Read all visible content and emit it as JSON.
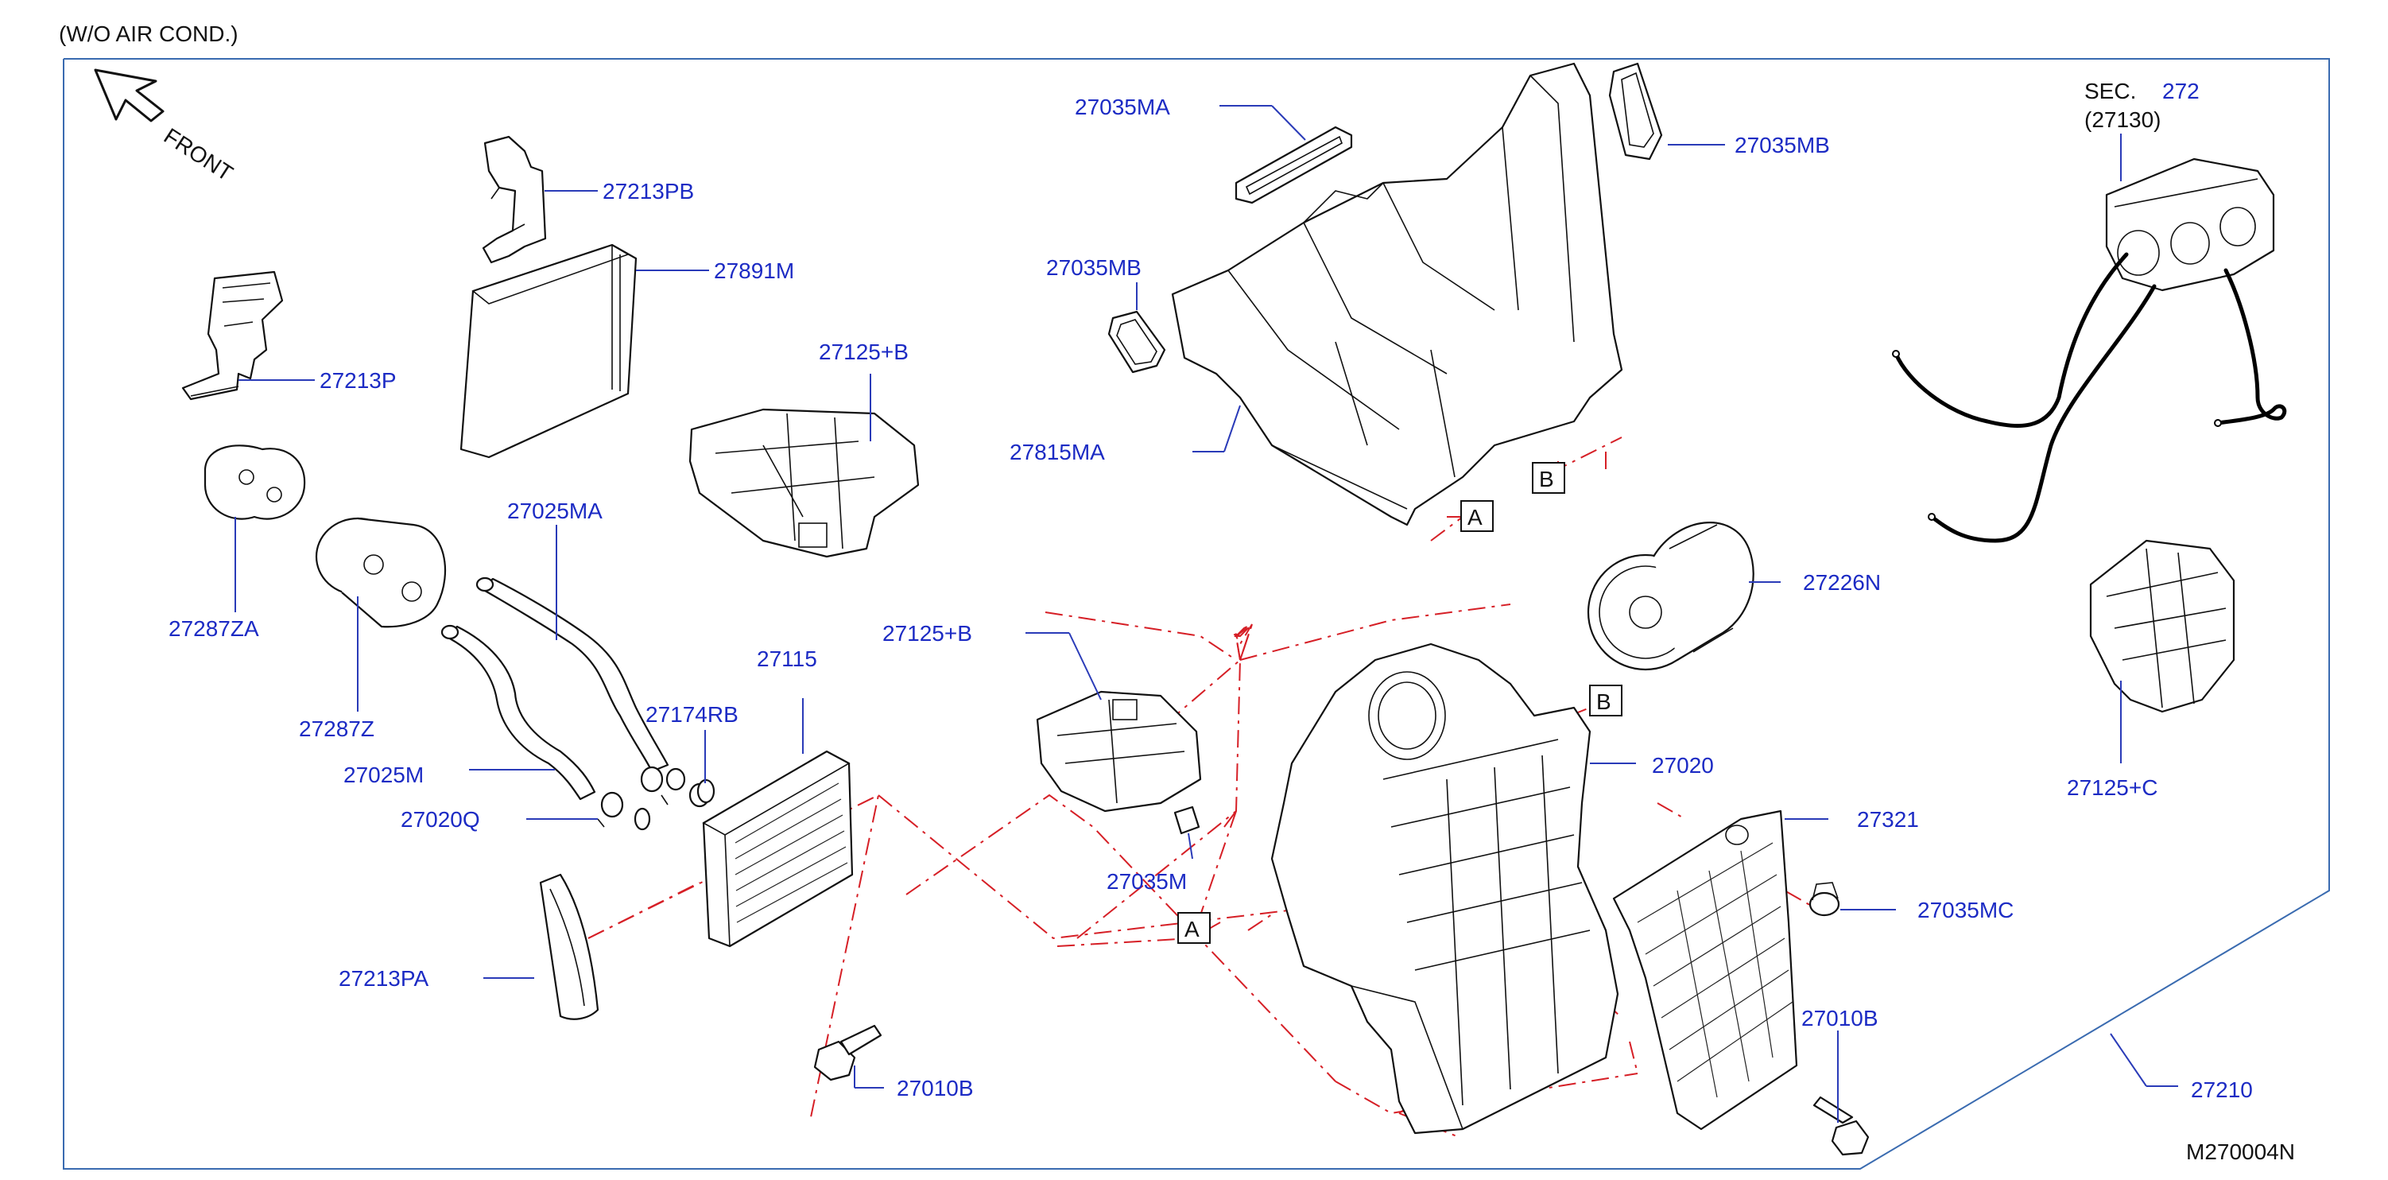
{
  "header_note": "(W/O AIR COND.)",
  "front_label": "FRONT",
  "section_ref": {
    "prefix": "SEC.",
    "number": "272",
    "sub": "(27130)"
  },
  "drawing_id": "M270004N",
  "ref_markers": {
    "a": "A",
    "b": "B"
  },
  "callouts": {
    "p27213PB": "27213PB",
    "p27891M": "27891M",
    "p27213P": "27213P",
    "p27287ZA": "27287ZA",
    "p27287Z": "27287Z",
    "p27025MA": "27025MA",
    "p27025M": "27025M",
    "p27020Q": "27020Q",
    "p27174RB": "27174RB",
    "p27115": "27115",
    "p27213PA": "27213PA",
    "p27010B_left": "27010B",
    "p27125B_top": "27125+B",
    "p27125B_mid": "27125+B",
    "p27035M": "27035M",
    "p27035MA": "27035MA",
    "p27035MB_top": "27035MB",
    "p27035MB_left": "27035MB",
    "p27815MA": "27815MA",
    "p27226N": "27226N",
    "p27020": "27020",
    "p27321": "27321",
    "p27035MC": "27035MC",
    "p27010B_right": "27010B",
    "p27210": "27210",
    "p27125C": "27125+C"
  },
  "colors": {
    "callout_text": "#1c2bc4",
    "leader_line": "#2a3bb8",
    "frame_line": "#3a6bb0",
    "dash_chain": "#d61f26",
    "part_outline": "#111111"
  },
  "icons": [
    "front-arrow-icon"
  ]
}
